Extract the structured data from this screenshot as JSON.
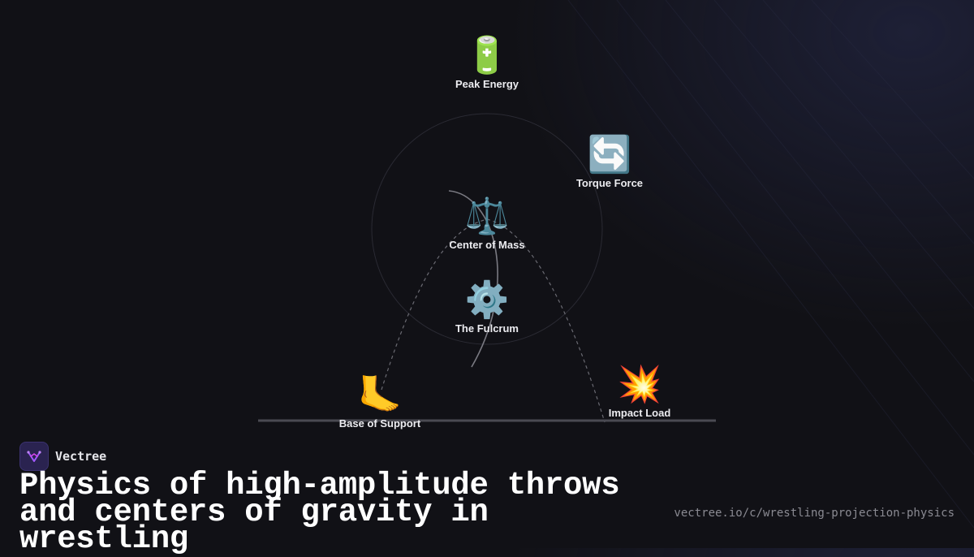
{
  "colors": {
    "background": "#111116",
    "accent": "#8b5cf6",
    "text": "#ffffff",
    "muted": "#8a8a92"
  },
  "nodes": [
    {
      "id": "peak-energy",
      "icon": "battery-icon",
      "emoji": "🔋",
      "label": "Peak Energy"
    },
    {
      "id": "torque-force",
      "icon": "rotate-arrows-icon",
      "emoji": "🔄",
      "label": "Torque Force"
    },
    {
      "id": "center-of-mass",
      "icon": "balance-scale-icon",
      "emoji": "⚖️",
      "label": "Center of Mass"
    },
    {
      "id": "fulcrum",
      "icon": "gear-icon",
      "emoji": "⚙️",
      "label": "The Fulcrum"
    },
    {
      "id": "base-of-support",
      "icon": "foot-icon",
      "emoji": "🦶",
      "label": "Base of Support"
    },
    {
      "id": "impact-load",
      "icon": "collision-icon",
      "emoji": "💥",
      "label": "Impact Load"
    }
  ],
  "brand": {
    "name": "Vectree",
    "logo_icon": "vectree-logo-icon"
  },
  "title": "Physics of high-amplitude throws and centers of gravity in wrestling",
  "url": "vectree.io/c/wrestling-projection-physics"
}
